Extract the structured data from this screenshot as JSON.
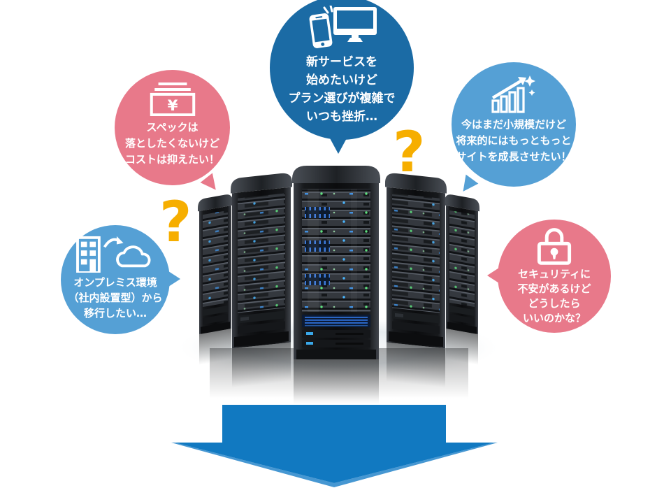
{
  "illustration": {
    "subject": "server-racks",
    "rack_count": 5
  },
  "bubbles": {
    "new_service": {
      "icon": "smartphone-and-monitor",
      "lines": [
        "新サービスを",
        "始めたいけど",
        "プラン選びが複雑で",
        "いつも挫折…"
      ]
    },
    "cost": {
      "icon": "yen-banknotes",
      "lines": [
        "スペックは",
        "落としたくないけど",
        "コストは抑えたい！"
      ]
    },
    "growth": {
      "icon": "rising-bar-chart",
      "lines": [
        "今はまだ小規模だけど",
        "将来的にはもっともっと",
        "サイトを成長させたい！"
      ]
    },
    "migration": {
      "icon": "office-to-cloud",
      "lines": [
        "オンプレミス環境",
        "（社内設置型）から",
        "移行したい…"
      ]
    },
    "security": {
      "icon": "padlock",
      "lines": [
        "セキュリティに",
        "不安があるけど",
        "どうしたら",
        "いいのかな？"
      ]
    }
  },
  "question_marks": {
    "glyph": "?",
    "color": "#f6ae00"
  },
  "arrow": {
    "direction": "down",
    "color": "#1179c1"
  },
  "colors": {
    "dark_blue": "#1b6ba5",
    "light_blue": "#55a0d5",
    "pink": "#e8798a"
  }
}
